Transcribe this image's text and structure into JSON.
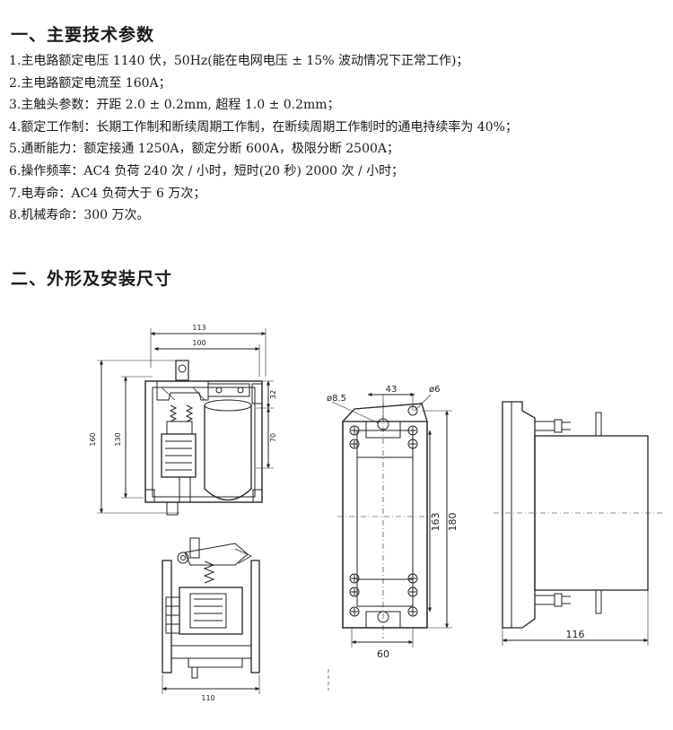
{
  "section1": {
    "heading": "一、主要技术参数",
    "items": [
      "1.主电路额定电压 1140 伏，50Hz(能在电网电压 ± 15% 波动情况下正常工作)；",
      "2.主电路额定电流至 160A；",
      "3.主触头参数：开距 2.0 ± 0.2mm, 超程 1.0 ± 0.2mm；",
      "4.额定工作制：长期工作制和断续周期工作制，在断续周期工作制时的通电持续率为 40%；",
      "5.通断能力：额定接通 1250A，额定分断 600A，极限分断 2500A；",
      "6.操作频率：AC4 负荷 240 次 / 小时，短时(20 秒) 2000 次 / 小时；",
      "7.电寿命：AC4 负荷大于 6 万次；",
      "8.机械寿命：300 万次。"
    ]
  },
  "section2": {
    "heading": "二、外形及安装尺寸"
  },
  "drawings": {
    "front_view": {
      "dim_width_total": "113",
      "dim_width_inner": "100",
      "dim_height_total": "160",
      "dim_height_inner": "130",
      "dim_right_top": "32",
      "dim_right_mid": "70"
    },
    "side_view": {
      "dim_width": "110"
    },
    "mount_plate": {
      "dim_hole_left": "ø8.5",
      "dim_hole_spacing": "43",
      "dim_hole_right": "ø6",
      "dim_height_inner": "163",
      "dim_height_total": "180",
      "dim_width": "60"
    },
    "profile_view": {
      "dim_depth": "116"
    }
  }
}
